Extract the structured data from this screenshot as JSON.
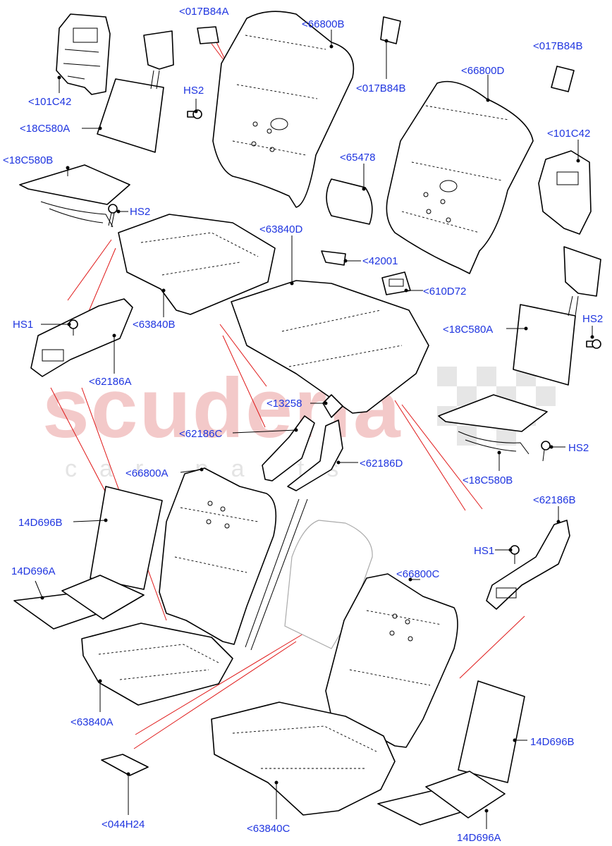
{
  "watermark": {
    "main": "scuderia",
    "sub": "car parts"
  },
  "labels": {
    "l_101c42_left": "<101C42",
    "l_18c580a_left": "<18C580A",
    "l_017b84a": "<017B84A",
    "l_hs2_top": "HS2",
    "l_66800b": "<66800B",
    "l_017b84b_mid": "<017B84B",
    "l_017b84b_right": "<017B84B",
    "l_66800d": "<66800D",
    "l_101c42_right": "<101C42",
    "l_18c580b_left": "<18C580B",
    "l_hs2_left": "HS2",
    "l_65478": "<65478",
    "l_63840d": "<63840D",
    "l_42001": "<42001",
    "l_610d72": "<610D72",
    "l_hs1_left": "HS1",
    "l_63840b": "<63840B",
    "l_62186a": "<62186A",
    "l_18c580a_right": "<18C580A",
    "l_hs2_right_upper": "HS2",
    "l_13258": "<13258",
    "l_62186c": "<62186C",
    "l_62186d": "<62186D",
    "l_hs2_right_lower": "HS2",
    "l_18c580b_right": "<18C580B",
    "l_66800a": "<66800A",
    "l_62186b": "<62186B",
    "l_14d696b_left": "14D696B",
    "l_hs1_right": "HS1",
    "l_14d696a_left": "14D696A",
    "l_66800c": "<66800C",
    "l_63840a": "<63840A",
    "l_14d696b_right": "14D696B",
    "l_044h24": "<044H24",
    "l_63840c": "<63840C",
    "l_14d696a_right": "14D696A"
  }
}
